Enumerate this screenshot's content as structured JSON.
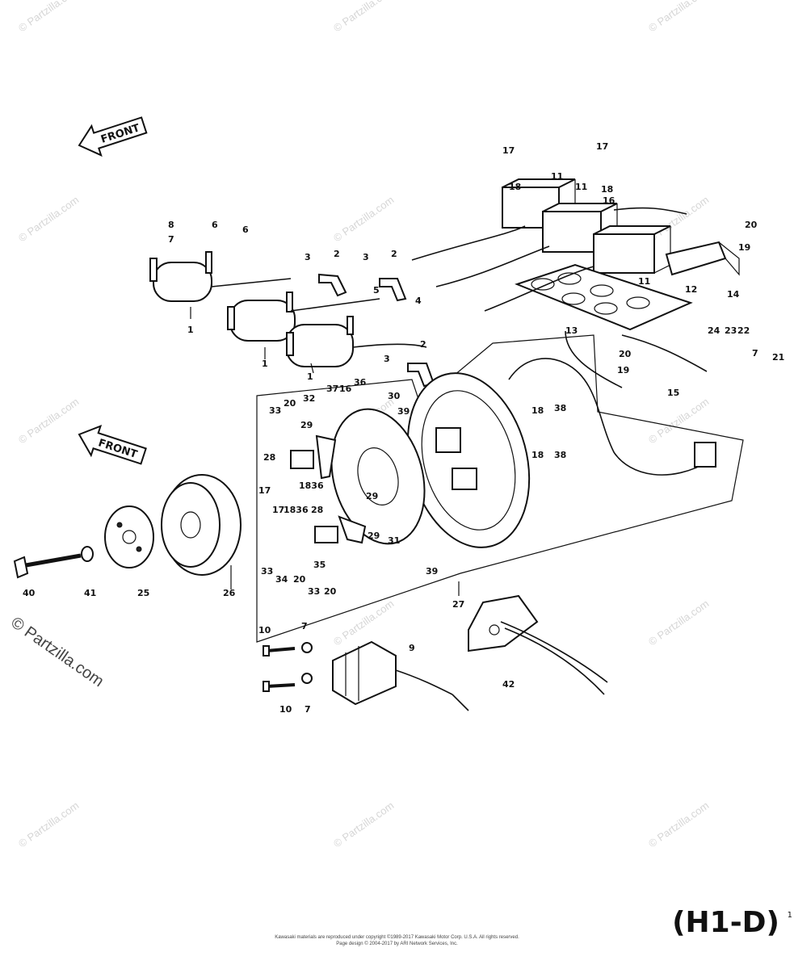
{
  "watermark": {
    "text": "© Partzilla.com",
    "prominent_text": "© Partzilla.com"
  },
  "diagram": {
    "front_arrows": [
      "FRONT",
      "FRONT"
    ],
    "code": "(H1-D)",
    "code_suffix": "1",
    "copyright_line1": "Kawasaki materials are reproduced under copyright ©1989-2017 Kawasaki Motor Corp. U.S.A. All rights reserved.",
    "copyright_line2": "Page design © 2004-2017 by ARI Network Services, Inc."
  },
  "callouts": [
    {
      "text": "17"
    },
    {
      "text": "18"
    },
    {
      "text": "11"
    },
    {
      "text": "17"
    },
    {
      "text": "11"
    },
    {
      "text": "18"
    },
    {
      "text": "16"
    },
    {
      "text": "8"
    },
    {
      "text": "7"
    },
    {
      "text": "6"
    },
    {
      "text": "20"
    },
    {
      "text": "19"
    },
    {
      "text": "3"
    },
    {
      "text": "2"
    },
    {
      "text": "3"
    },
    {
      "text": "2"
    },
    {
      "text": "5"
    },
    {
      "text": "4"
    },
    {
      "text": "11"
    },
    {
      "text": "12"
    },
    {
      "text": "14"
    },
    {
      "text": "1"
    },
    {
      "text": "1"
    },
    {
      "text": "1"
    },
    {
      "text": "13"
    },
    {
      "text": "24"
    },
    {
      "text": "23"
    },
    {
      "text": "22"
    },
    {
      "text": "7"
    },
    {
      "text": "21"
    },
    {
      "text": "2"
    },
    {
      "text": "20"
    },
    {
      "text": "19"
    },
    {
      "text": "15"
    },
    {
      "text": "3"
    },
    {
      "text": "36"
    },
    {
      "text": "37"
    },
    {
      "text": "16"
    },
    {
      "text": "30"
    },
    {
      "text": "33"
    },
    {
      "text": "20"
    },
    {
      "text": "32"
    },
    {
      "text": "39"
    },
    {
      "text": "18"
    },
    {
      "text": "38"
    },
    {
      "text": "29"
    },
    {
      "text": "28"
    },
    {
      "text": "18"
    },
    {
      "text": "38"
    },
    {
      "text": "17"
    },
    {
      "text": "1836"
    },
    {
      "text": "17"
    },
    {
      "text": "1836"
    },
    {
      "text": "28"
    },
    {
      "text": "29"
    },
    {
      "text": "31"
    },
    {
      "text": "33"
    },
    {
      "text": "34"
    },
    {
      "text": "20"
    },
    {
      "text": "35"
    },
    {
      "text": "33"
    },
    {
      "text": "20"
    },
    {
      "text": "39"
    },
    {
      "text": "40"
    },
    {
      "text": "41"
    },
    {
      "text": "25"
    },
    {
      "text": "26"
    },
    {
      "text": "27"
    },
    {
      "text": "10"
    },
    {
      "text": "7"
    },
    {
      "text": "9"
    },
    {
      "text": "10"
    },
    {
      "text": "7"
    },
    {
      "text": "42"
    },
    {
      "text": "6"
    },
    {
      "text": "29"
    }
  ]
}
